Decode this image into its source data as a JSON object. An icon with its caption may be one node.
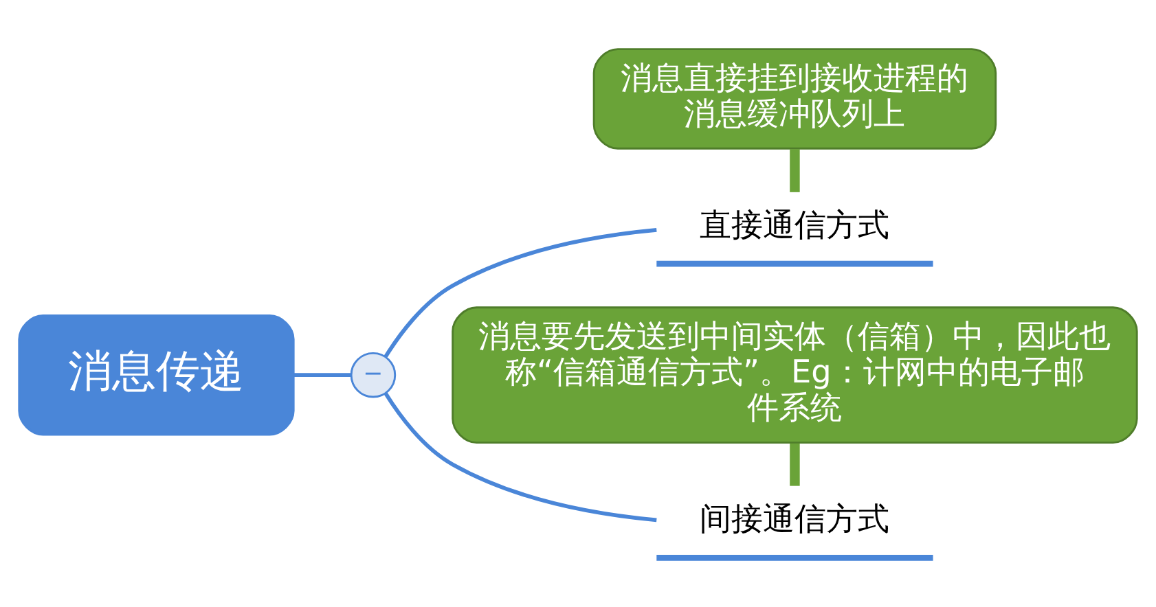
{
  "diagram": {
    "nodes": [
      {
        "text": [
          "消息传递"
        ]
      },
      {
        "text": [
          "−"
        ]
      },
      {
        "text": [
          "直接通信方式"
        ]
      },
      {
        "text": [
          "间接通信方式"
        ]
      },
      {
        "text": [
          "消息直接挂到接收进程的消息缓冲队列上"
        ]
      },
      {
        "text": [
          "消息要先发送到中间实体（信箱）中，因此也称“信箱通信方式”。Eg：计网中的电子邮件系统"
        ]
      }
    ],
    "edges": [
      {
        "from": 0,
        "to": 1,
        "arrow": "none"
      },
      {
        "from": 1,
        "to": 2,
        "arrow": "none"
      },
      {
        "from": 1,
        "to": 3,
        "arrow": "none"
      },
      {
        "from": 4,
        "to": 2,
        "arrow": "none",
        "style": "thick",
        "color": "#6aa338"
      },
      {
        "from": 5,
        "to": 3,
        "arrow": "none",
        "style": "thick",
        "color": "#6aa338"
      }
    ]
  }
}
